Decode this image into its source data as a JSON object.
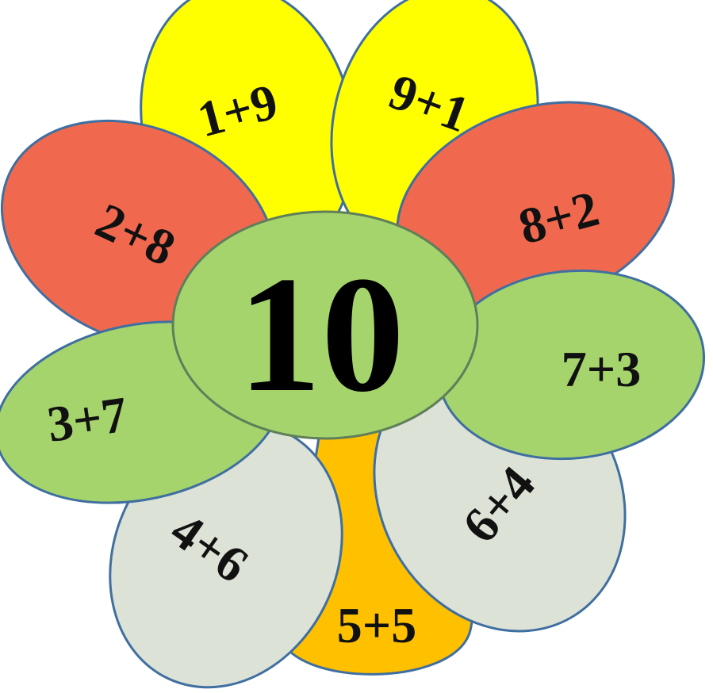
{
  "center": {
    "label": "10",
    "color": "#a6d46c"
  },
  "petals": [
    {
      "label": "1+9",
      "color": "#ffff00"
    },
    {
      "label": "9+1",
      "color": "#ffff00"
    },
    {
      "label": "2+8",
      "color": "#f0694f"
    },
    {
      "label": "8+2",
      "color": "#f0694f"
    },
    {
      "label": "3+7",
      "color": "#a6d46c"
    },
    {
      "label": "7+3",
      "color": "#a6d46c"
    },
    {
      "label": "4+6",
      "color": "#dce2d6"
    },
    {
      "label": "6+4",
      "color": "#dce2d6"
    },
    {
      "label": "5+5",
      "color": "#ffc000"
    }
  ]
}
